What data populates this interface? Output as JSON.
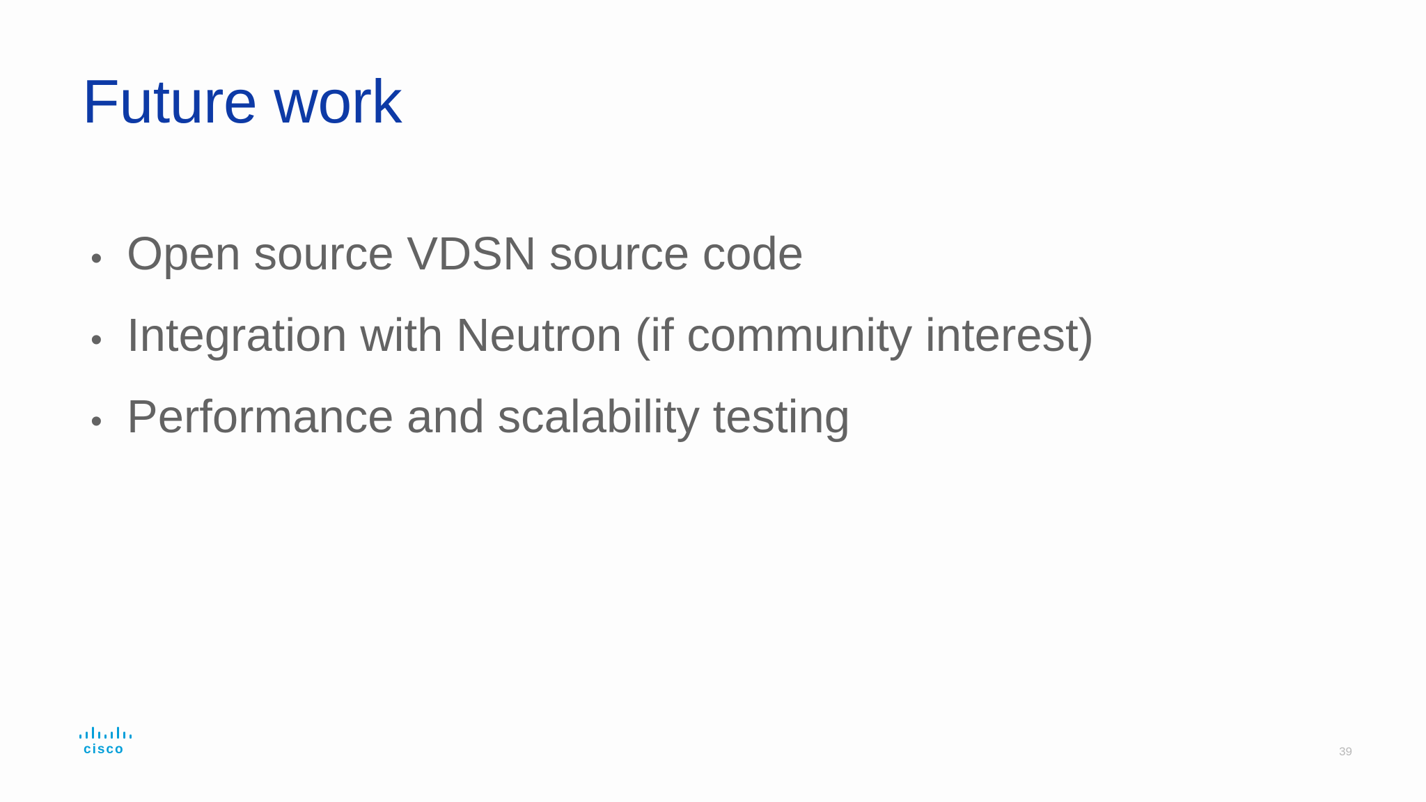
{
  "slide": {
    "title": "Future work",
    "bullet_glyph": "•",
    "bullets": [
      "Open source VDSN source code",
      "Integration with Neutron (if community interest)",
      "Performance and scalability testing"
    ],
    "logo": {
      "icon": "cisco-logo",
      "text": "cisco",
      "color": "#049fd9"
    },
    "page_number": "39"
  },
  "colors": {
    "title": "#0d3aa6",
    "body_text": "#636363",
    "page_number": "#b9b9b9",
    "background": "#fdfdfd"
  }
}
